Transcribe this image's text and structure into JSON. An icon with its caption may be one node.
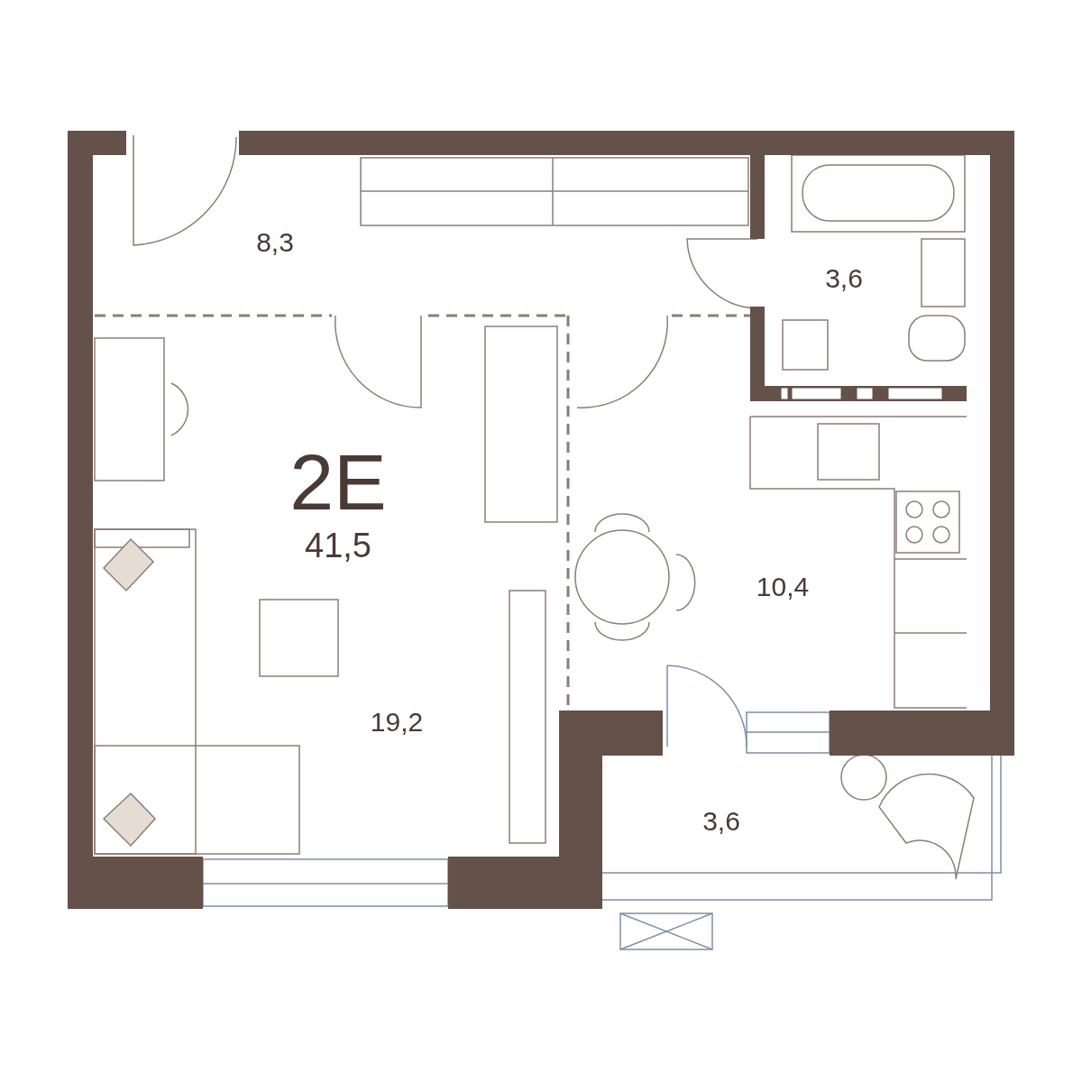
{
  "diagram": {
    "labels": [
      "8,3",
      "3,6",
      "2E",
      "41,5",
      "10,4",
      "19,2",
      "3,6"
    ]
  }
}
